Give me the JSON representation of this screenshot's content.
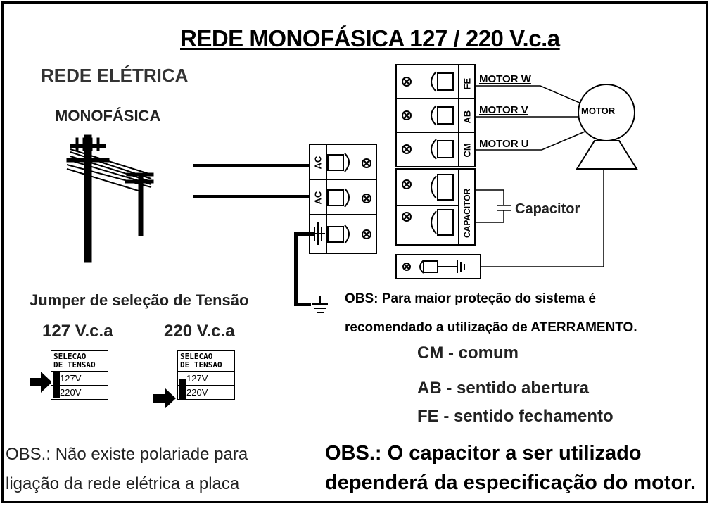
{
  "title": "REDE MONOFÁSICA 127 / 220 V.c.a",
  "left_panel": {
    "heading": "REDE ELÉTRICA",
    "subheading": "MONOFÁSICA",
    "jumper_title": "Jumper de seleção de Tensão",
    "label_127": "127 V.c.a",
    "label_220": "220 V.c.a",
    "selector": {
      "header_line1": "SELECAO",
      "header_line2": "DE TENSAO",
      "option_127": "127V",
      "option_220": "220V"
    },
    "obs": "OBS.: Não existe polariade para ligação da rede elétrica a placa"
  },
  "terminal_left": {
    "labels": [
      "AC",
      "AC"
    ]
  },
  "terminal_right": {
    "labels": [
      "FE",
      "AB",
      "CM"
    ],
    "capacitor_label": "CAPACITOR"
  },
  "motor_connections": {
    "motor_w": "MOTOR W",
    "motor_v": "MOTOR V",
    "motor_u": "MOTOR U",
    "motor": "MOTOR",
    "capacitor": "Capacitor"
  },
  "notes": {
    "obs_line1": "OBS: Para maior proteção do sistema é",
    "obs_line2": "recomendado a utilização de ATERRAMENTO.",
    "cm": "CM - comum",
    "ab": "AB - sentido abertura",
    "fe": "FE - sentido fechamento",
    "capacitor_obs": "OBS.: O capacitor a ser utilizado dependerá da especificação do motor."
  }
}
